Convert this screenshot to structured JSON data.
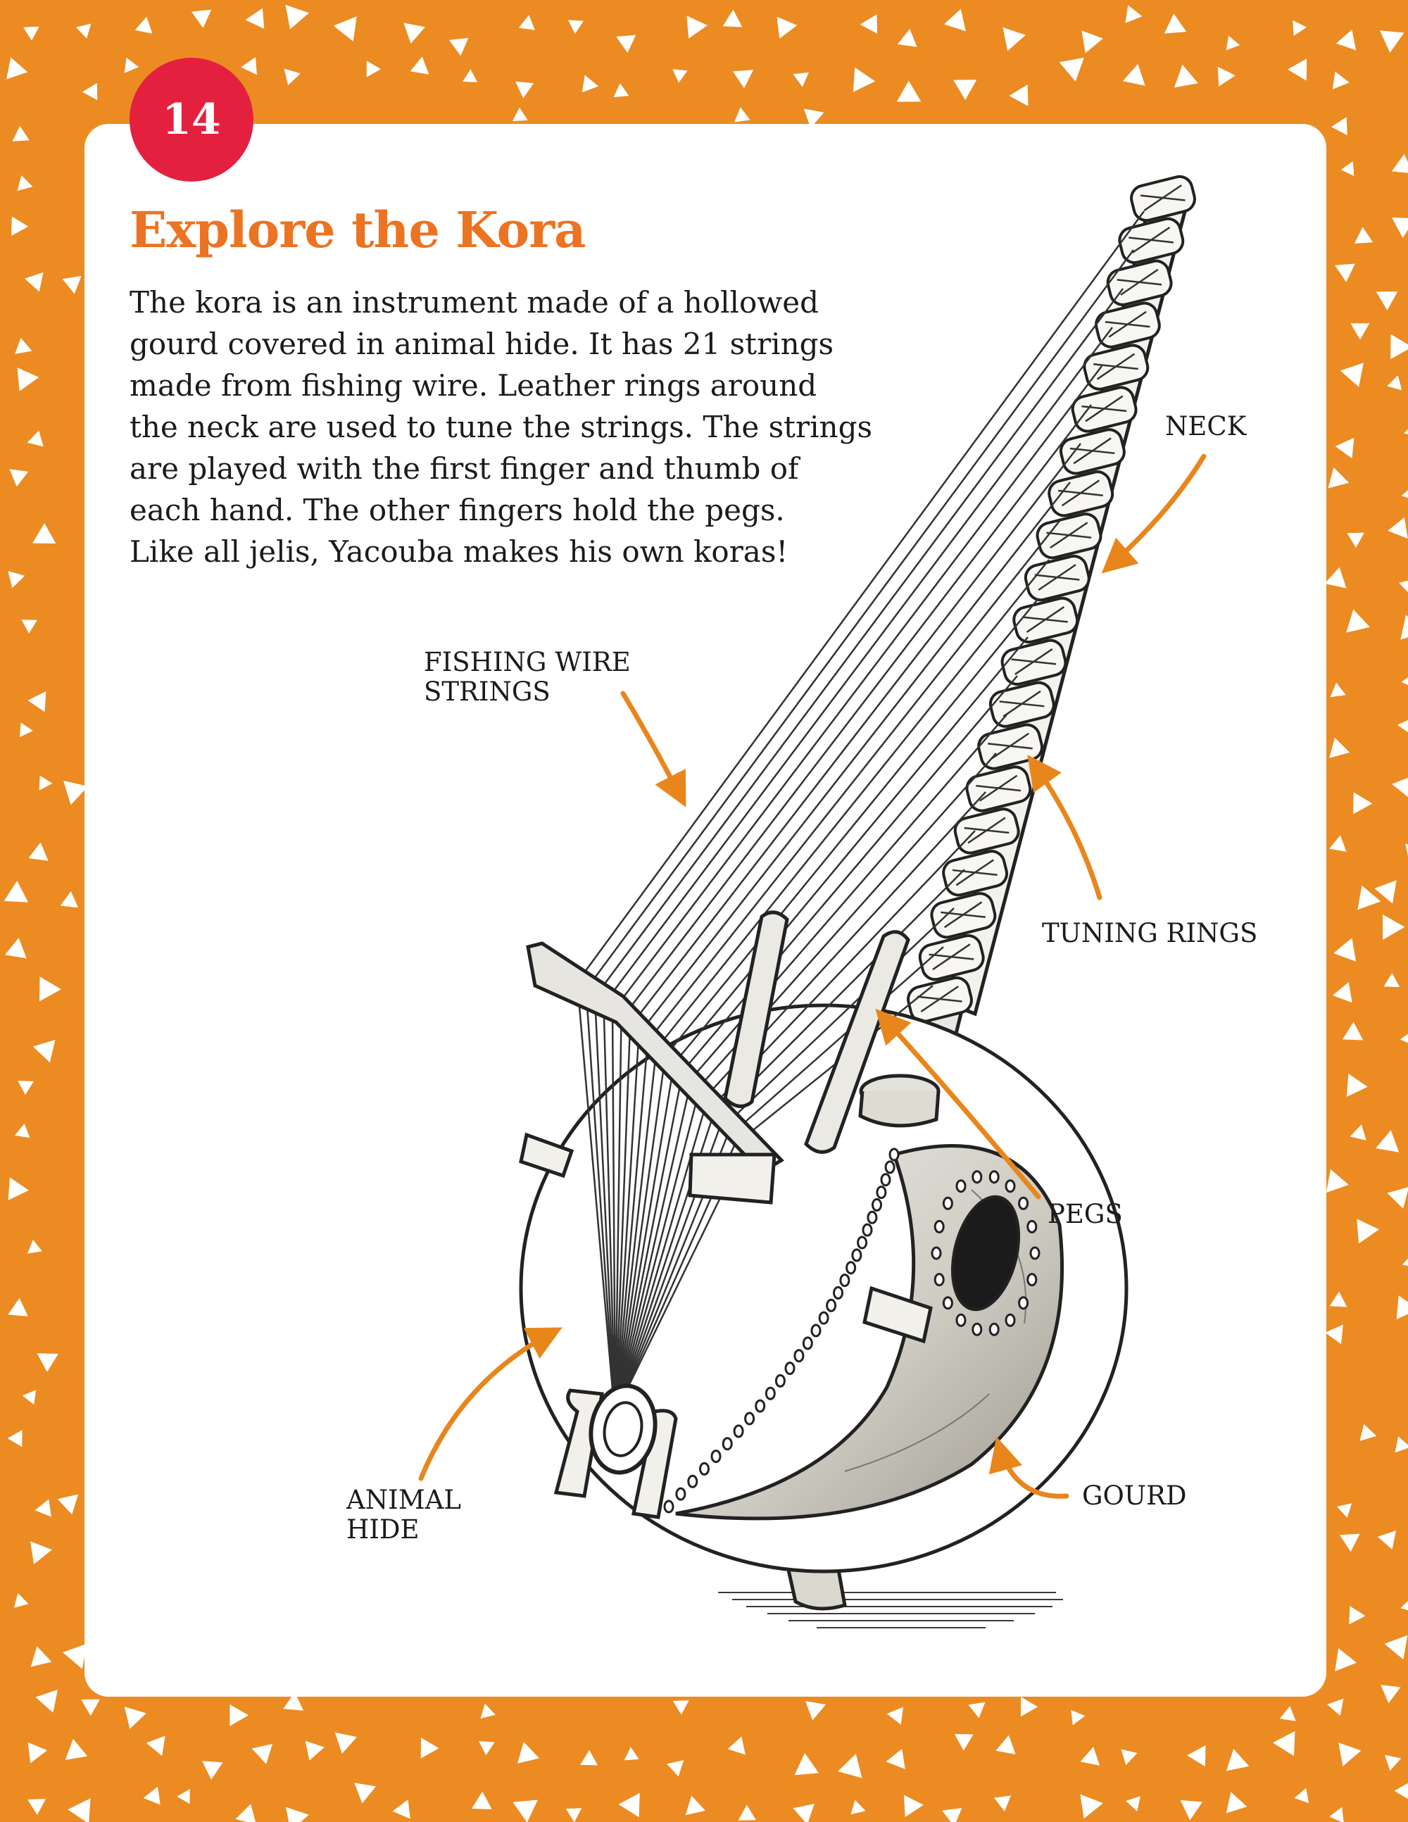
{
  "page_number": "14",
  "title": "Explore the Kora",
  "body_lines": [
    "The kora is an instrument made of a hollowed",
    "gourd covered in animal hide. It has 21 strings",
    "made from fishing wire. Leather rings around",
    "the neck are used to tune the strings. The strings",
    "are played with the first finger and thumb of",
    "each hand. The other fingers hold the pegs.",
    "Like all jelis, Yacouba makes his own koras!"
  ],
  "labels": {
    "neck": "NECK",
    "fishing_wire": [
      "FISHING WIRE",
      "STRINGS"
    ],
    "tuning_rings": "TUNING RINGS",
    "pegs": "PEGS",
    "animal_hide": [
      "ANIMAL",
      "HIDE"
    ],
    "gourd": "GOURD"
  },
  "colors": {
    "background": "#ec8b22",
    "card": "#ffffff",
    "badge": "#e4203f",
    "title": "#ec7322",
    "arrow": "#e8861c",
    "gourd_fill": "#d3d0c8"
  }
}
